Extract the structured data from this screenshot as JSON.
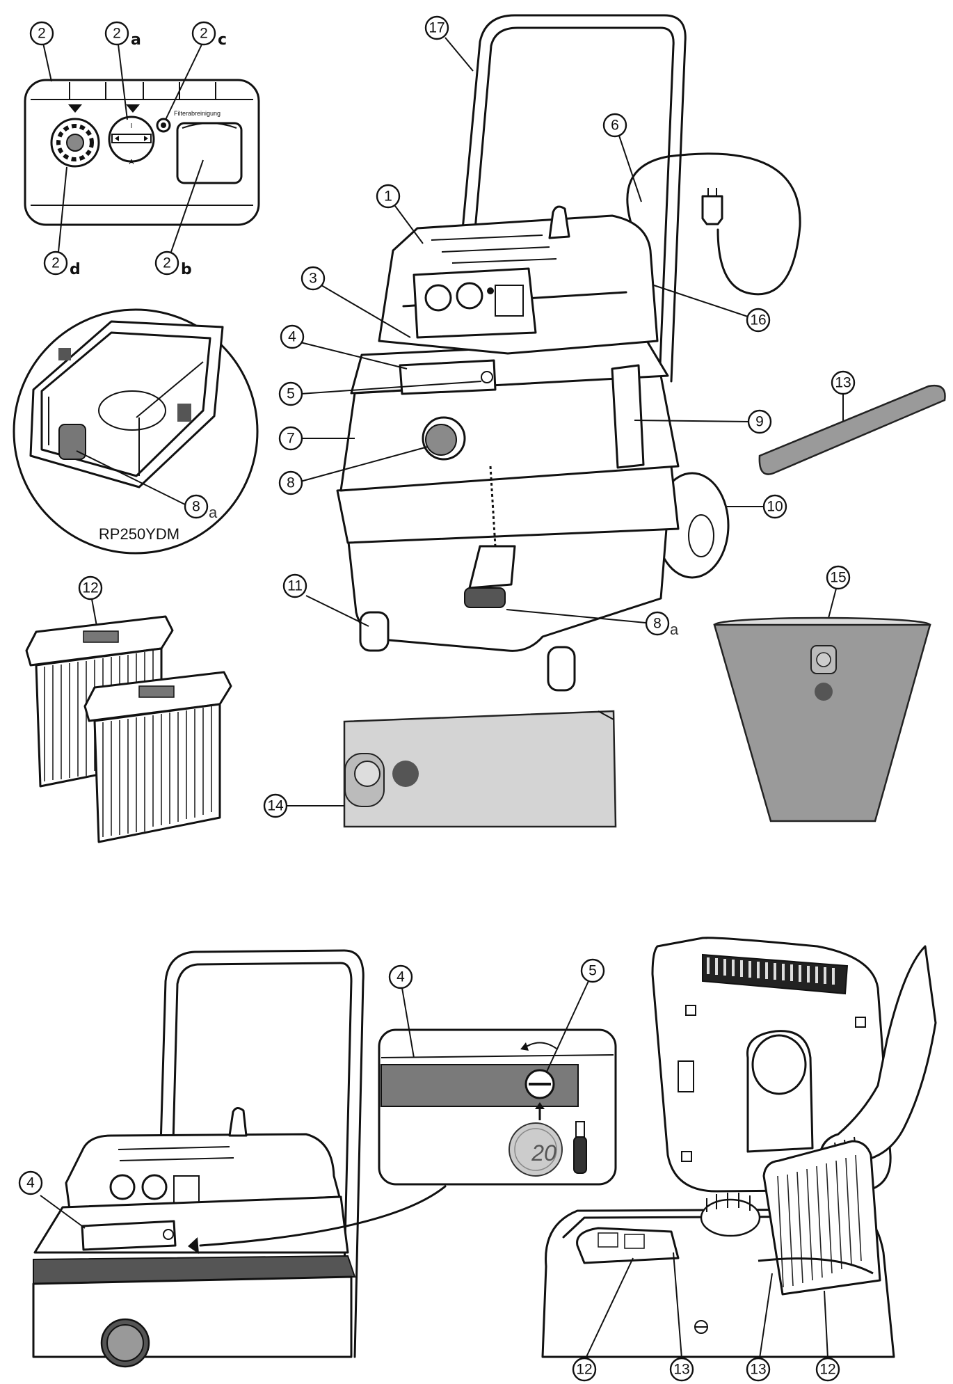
{
  "model_label": "RP250YDM",
  "panel_small_text": "Filterabreinigung",
  "dial_letters": {
    "top": "I",
    "bottom": "A"
  },
  "coin_text": "20",
  "callouts": {
    "c1": "1",
    "c2": "2",
    "c3": "3",
    "c4": "4",
    "c5": "5",
    "c6": "6",
    "c7": "7",
    "c8": "8",
    "c9": "9",
    "c10": "10",
    "c11": "11",
    "c12": "12",
    "c13": "13",
    "c14": "14",
    "c15": "15",
    "c16": "16",
    "c17": "17"
  },
  "suffixes": {
    "a": "a",
    "b": "b",
    "c": "c",
    "d": "d"
  },
  "colors": {
    "line": "#111111",
    "bag_gray": "#9a9a9a",
    "bag_light": "#d4d4d4",
    "dark_fill": "#555555"
  }
}
